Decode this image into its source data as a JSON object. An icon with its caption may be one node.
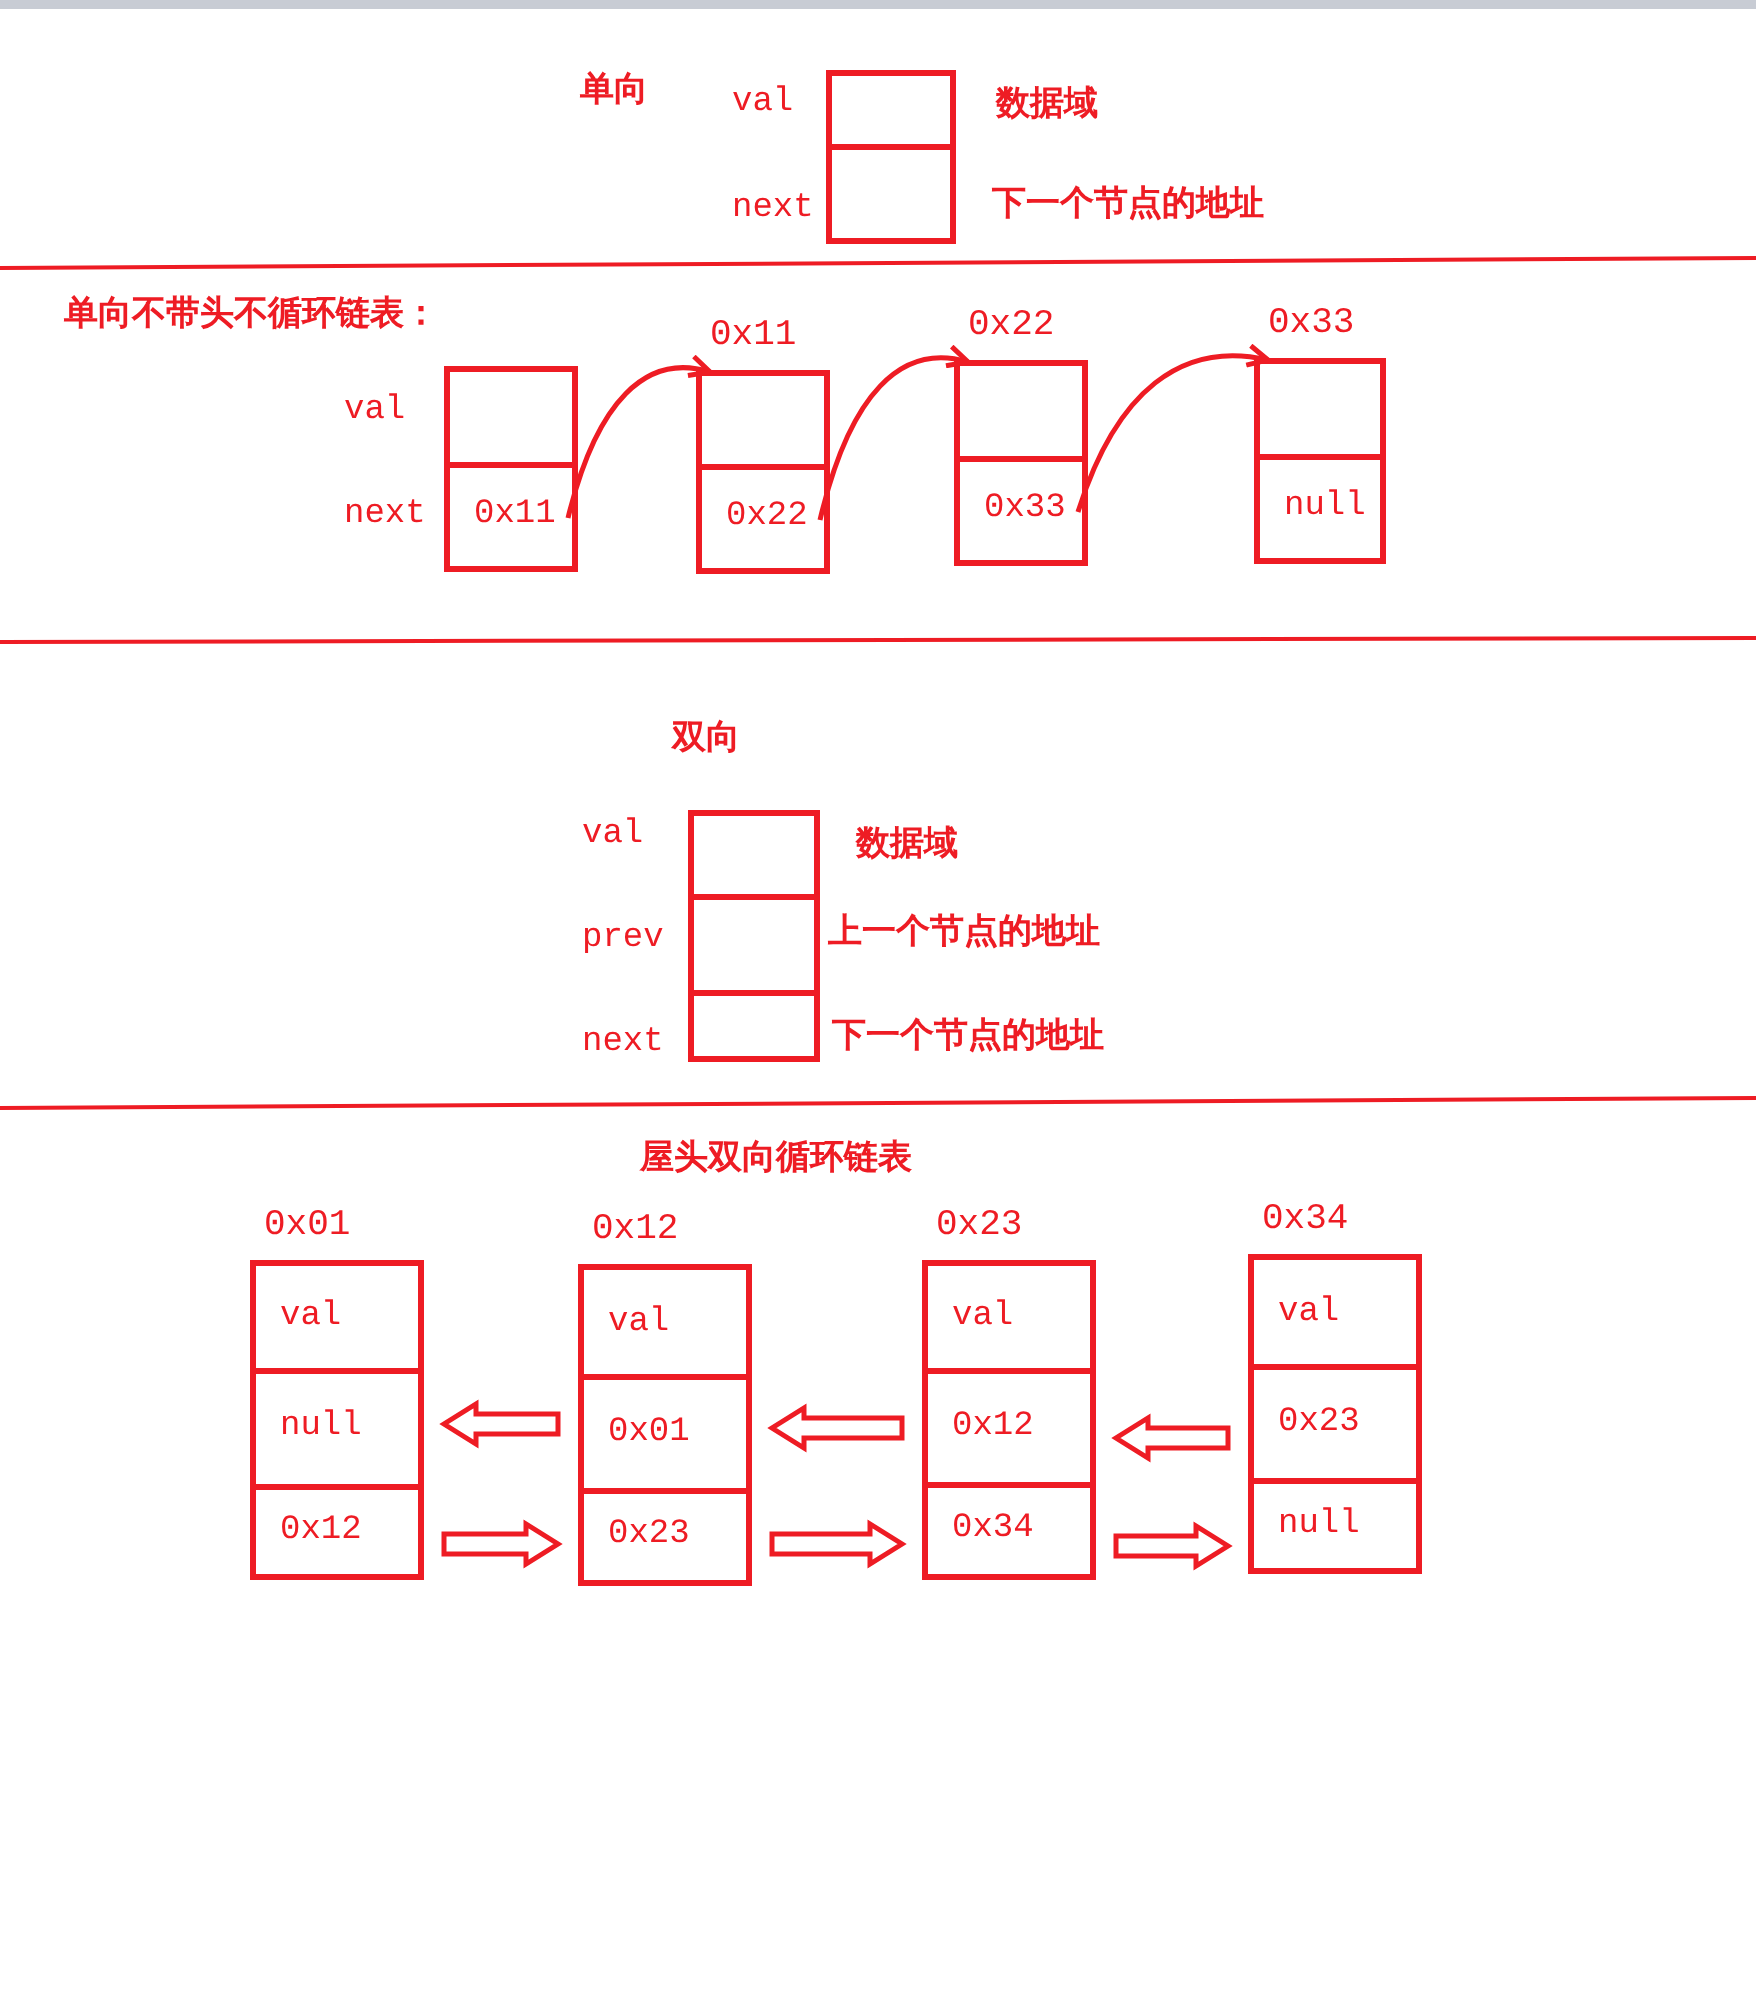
{
  "diagram": {
    "nodes": [
      {
        "text": [],
        "shape": "box",
        "beside": [
          "val",
          "数据域"
        ]
      },
      {
        "text": [],
        "shape": "box",
        "beside": [
          "next",
          "下一个节点的地址"
        ]
      },
      {
        "text": [],
        "shape": "box"
      },
      {
        "text": [],
        "shape": "box",
        "in": 2,
        "beside": [
          "val"
        ]
      },
      {
        "text": [
          "0x11"
        ],
        "in": 2,
        "beside": [
          "next"
        ]
      },
      {
        "text": [
          "0x11"
        ]
      },
      {
        "text": [],
        "shape": "box",
        "in": 5
      },
      {
        "text": [
          "0x22"
        ],
        "in": 5
      },
      {
        "text": [
          "0x22"
        ]
      },
      {
        "text": [],
        "shape": "box",
        "in": 8
      },
      {
        "text": [
          "0x33"
        ],
        "in": 8
      },
      {
        "text": [
          "0x33"
        ]
      },
      {
        "text": [],
        "shape": "box",
        "in": 11
      },
      {
        "text": [
          "null"
        ],
        "in": 11
      },
      {
        "text": [],
        "shape": "box",
        "beside": [
          "val",
          "数据域"
        ]
      },
      {
        "text": [],
        "shape": "box",
        "beside": [
          "prev",
          "上一个节点的地址"
        ]
      },
      {
        "text": [],
        "shape": "box",
        "beside": [
          "next",
          "下一个节点的地址"
        ]
      },
      {
        "text": [
          "0x01"
        ]
      },
      {
        "text": [
          "val"
        ],
        "in": 17
      },
      {
        "text": [
          "null"
        ],
        "in": 17
      },
      {
        "text": [
          "0x12"
        ],
        "in": 17
      },
      {
        "text": [
          "0x12"
        ]
      },
      {
        "text": [
          "val"
        ],
        "in": 21
      },
      {
        "text": [
          "0x01"
        ],
        "in": 21
      },
      {
        "text": [
          "0x23"
        ],
        "in": 21
      },
      {
        "text": [
          "0x23"
        ]
      },
      {
        "text": [
          "val"
        ],
        "in": 25
      },
      {
        "text": [
          "0x12"
        ],
        "in": 25
      },
      {
        "text": [
          "0x34"
        ],
        "in": 25
      },
      {
        "text": [
          "0x34"
        ]
      },
      {
        "text": [
          "val"
        ],
        "in": 29
      },
      {
        "text": [
          "0x23"
        ],
        "in": 29
      },
      {
        "text": [
          "null"
        ],
        "in": 29
      }
    ],
    "edges": [
      {
        "from": 4,
        "to": 5,
        "arrow": "to"
      },
      {
        "from": 7,
        "to": 8,
        "arrow": "to"
      },
      {
        "from": 10,
        "to": 11,
        "arrow": "to"
      },
      {
        "from": 21,
        "to": 17,
        "arrow": "to"
      },
      {
        "from": 17,
        "to": 21,
        "arrow": "to"
      },
      {
        "from": 25,
        "to": 21,
        "arrow": "to"
      },
      {
        "from": 21,
        "to": 25,
        "arrow": "to"
      },
      {
        "from": 29,
        "to": 25,
        "arrow": "to"
      },
      {
        "from": 25,
        "to": 29,
        "arrow": "to"
      }
    ],
    "labels": [
      "单向",
      "单向不带头不循环链表：",
      "双向",
      "屋头双向循环链表"
    ]
  }
}
